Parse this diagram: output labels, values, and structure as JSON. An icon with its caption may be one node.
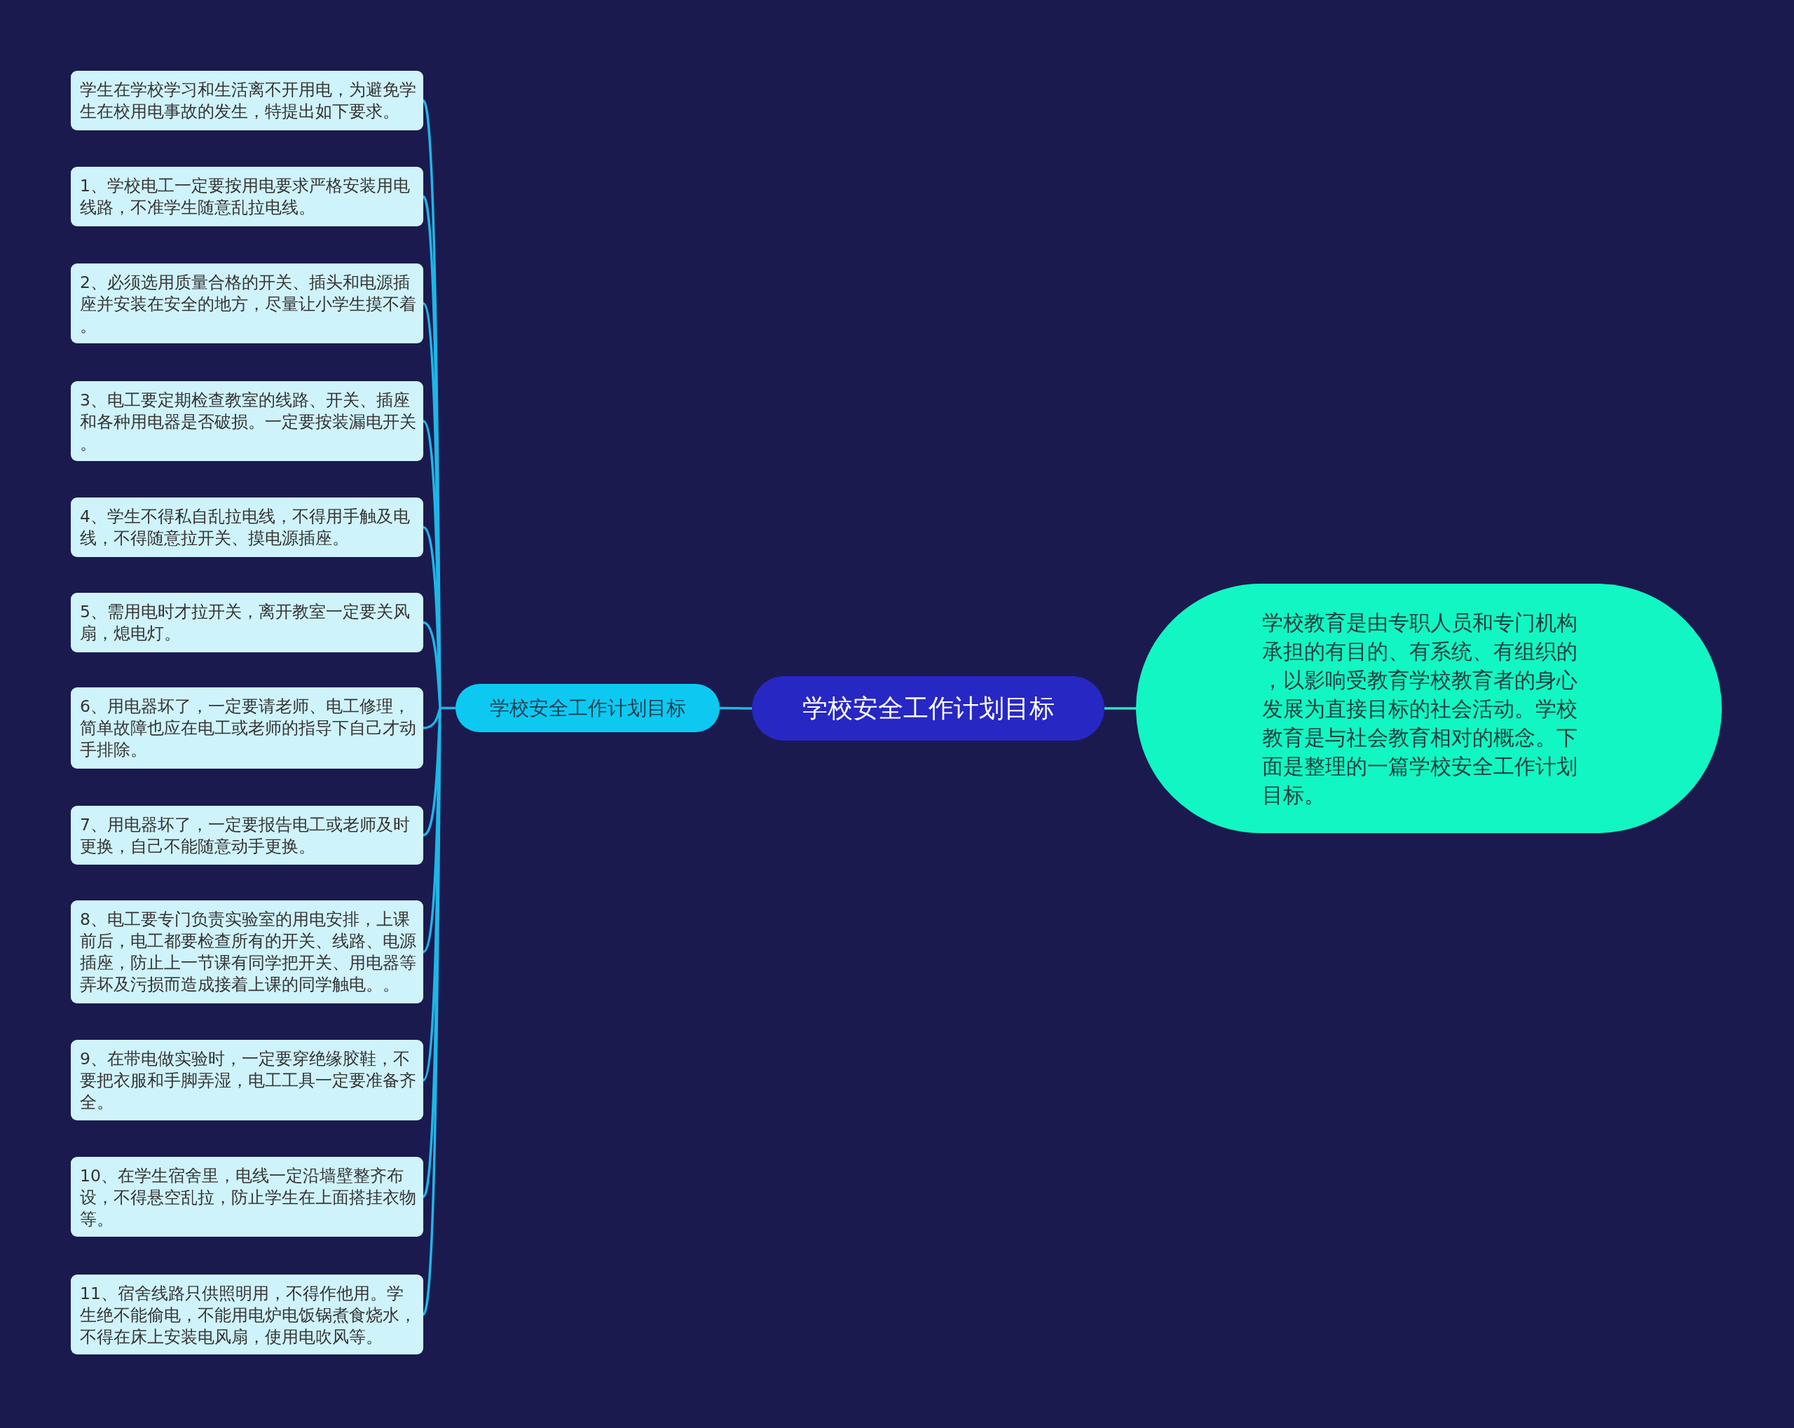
{
  "diagram": {
    "nodes": [
      {
        "text": [
          "学校安全工作计划目标"
        ]
      },
      {
        "text": [
          "学校安全工作计划目标"
        ]
      },
      {
        "text": [
          "学生在学校学习和生活离不开用电，为避免学生在校用电事故的发生，特提出如下要求。"
        ]
      },
      {
        "text": [
          "1、学校电工一定要按用电要求严格安装用电线路，不准学生随意乱拉电线。"
        ]
      },
      {
        "text": [
          "2、必须选用质量合格的开关、插头和电源插座并安装在安全的地方，尽量让小学生摸不着。"
        ]
      },
      {
        "text": [
          "3、电工要定期检查教室的线路、开关、插座和各种用电器是否破损。一定要按装漏电开关。"
        ]
      },
      {
        "text": [
          "4、学生不得私自乱拉电线，不得用手触及电线，不得随意拉开关、摸电源插座。"
        ]
      },
      {
        "text": [
          "5、需用电时才拉开关，离开教室一定要关风扇，熄电灯。"
        ]
      },
      {
        "text": [
          "6、用电器坏了，一定要请老师、电工修理，简单故障也应在电工或老师的指导下自己才动手排除。"
        ]
      },
      {
        "text": [
          "7、用电器坏了，一定要报告电工或老师及时更换，自己不能随意动手更换。"
        ]
      },
      {
        "text": [
          "8、电工要专门负责实验室的用电安排，上课前后，电工都要检查所有的开关、线路、电源插座，防止上一节课有同学把开关、用电器等弄坏及污损而造成接着上课的同学触电。。"
        ]
      },
      {
        "text": [
          "9、在带电做实验时，一定要穿绝缘胶鞋，不要把衣服和手脚弄湿，电工工具一定要准备齐全。"
        ]
      },
      {
        "text": [
          "10、在学生宿舍里，电线一定沿墙壁整齐布设，不得悬空乱拉，防止学生在上面搭挂衣物等。"
        ]
      },
      {
        "text": [
          "11、宿舍线路只供照明用，不得作他用。学生绝不能偷电，不能用电炉电饭锅煮食烧水，不得在床上安装电风扇，使用电吹风等。"
        ]
      },
      {
        "text": [
          "学校教育是由专职人员和专门机构承担的有目的、有系统、有组织的，以影响受教育学校教育者的身心发展为直接目标的社会活动。学校教育是与社会教育相对的概念。下面是整理的一篇学校安全工作计划目标。"
        ]
      }
    ],
    "edges": [
      {
        "from": 0,
        "to": 1,
        "arrow": "none"
      },
      {
        "from": 0,
        "to": 14,
        "arrow": "none",
        "color": "#2fe3bf"
      },
      {
        "from": 1,
        "to": 2,
        "arrow": "none"
      },
      {
        "from": 1,
        "to": 3,
        "arrow": "none"
      },
      {
        "from": 1,
        "to": 4,
        "arrow": "none"
      },
      {
        "from": 1,
        "to": 5,
        "arrow": "none"
      },
      {
        "from": 1,
        "to": 6,
        "arrow": "none"
      },
      {
        "from": 1,
        "to": 7,
        "arrow": "none"
      },
      {
        "from": 1,
        "to": 8,
        "arrow": "none"
      },
      {
        "from": 1,
        "to": 9,
        "arrow": "none"
      },
      {
        "from": 1,
        "to": 10,
        "arrow": "none"
      },
      {
        "from": 1,
        "to": 11,
        "arrow": "none"
      },
      {
        "from": 1,
        "to": 12,
        "arrow": "none"
      },
      {
        "from": 1,
        "to": 13,
        "arrow": "none"
      }
    ]
  }
}
